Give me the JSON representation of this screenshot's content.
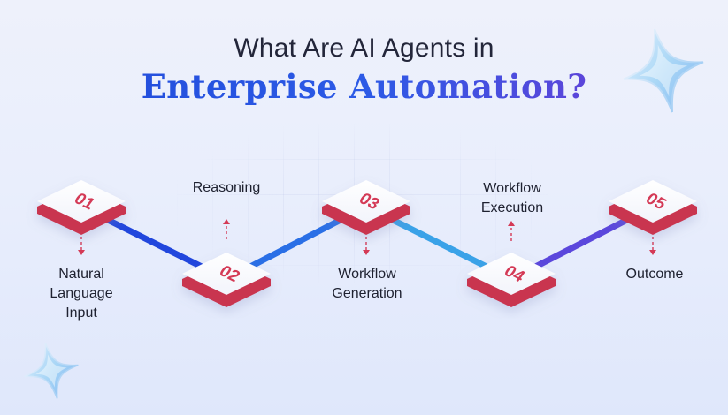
{
  "title": {
    "line1": "What Are AI Agents in",
    "line2": "Enterprise Automation?"
  },
  "steps": [
    {
      "number": "01",
      "caption_lines": [
        "Natural",
        "Language",
        "Input"
      ]
    },
    {
      "number": "02",
      "caption_lines": [
        "Reasoning"
      ]
    },
    {
      "number": "03",
      "caption_lines": [
        "Workflow",
        "Generation"
      ]
    },
    {
      "number": "04",
      "caption_lines": [
        "Workflow",
        "Execution"
      ]
    },
    {
      "number": "05",
      "caption_lines": [
        "Outcome"
      ]
    }
  ],
  "colors": {
    "node_text": "#d43a56",
    "node_edge": "#c9344f",
    "connector_start": "#1f3fd8",
    "connector_end": "#6a3fd6",
    "title_dark": "#23263a"
  },
  "icons": [
    "sparkle-star-icon"
  ]
}
